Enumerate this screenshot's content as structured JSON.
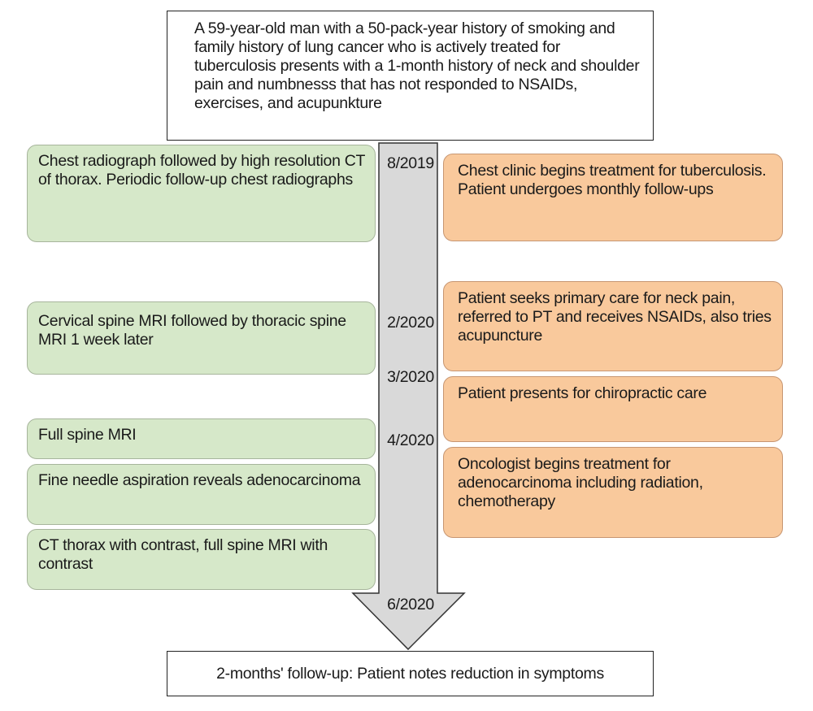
{
  "colors": {
    "green_box": "#d6e8c9",
    "orange_box": "#f9c99c",
    "arrow_fill": "#d9d9d9",
    "arrow_stroke": "#333333"
  },
  "intro": "A 59-year-old man with a 50-pack-year history of smoking and family history of lung cancer who is actively treated for tuberculosis presents with a 1-month history of neck and shoulder pain and numbnesss that has not responded to NSAIDs, exercises, and acupunkture",
  "outcome": "2-months' follow-up: Patient notes reduction in symptoms",
  "dates": [
    "8/2019",
    "2/2020",
    "3/2020",
    "4/2020",
    "6/2020"
  ],
  "diagnostics": [
    "Chest radiograph followed by high resolution CT of thorax. Periodic follow-up chest radiographs",
    "Cervical spine MRI followed by thoracic spine MRI 1 week later",
    "Full spine MRI",
    "Fine needle aspiration reveals adenocarcinoma",
    "CT thorax with contrast, full spine MRI with contrast"
  ],
  "treatments": [
    "Chest clinic begins treatment for tuberculosis. Patient undergoes monthly follow-ups",
    "Patient seeks primary care for neck pain, referred to PT and receives NSAIDs, also tries acupuncture",
    "Patient presents for chiropractic care",
    "Oncologist begins treatment for adenocarcinoma including radiation, chemotherapy"
  ]
}
